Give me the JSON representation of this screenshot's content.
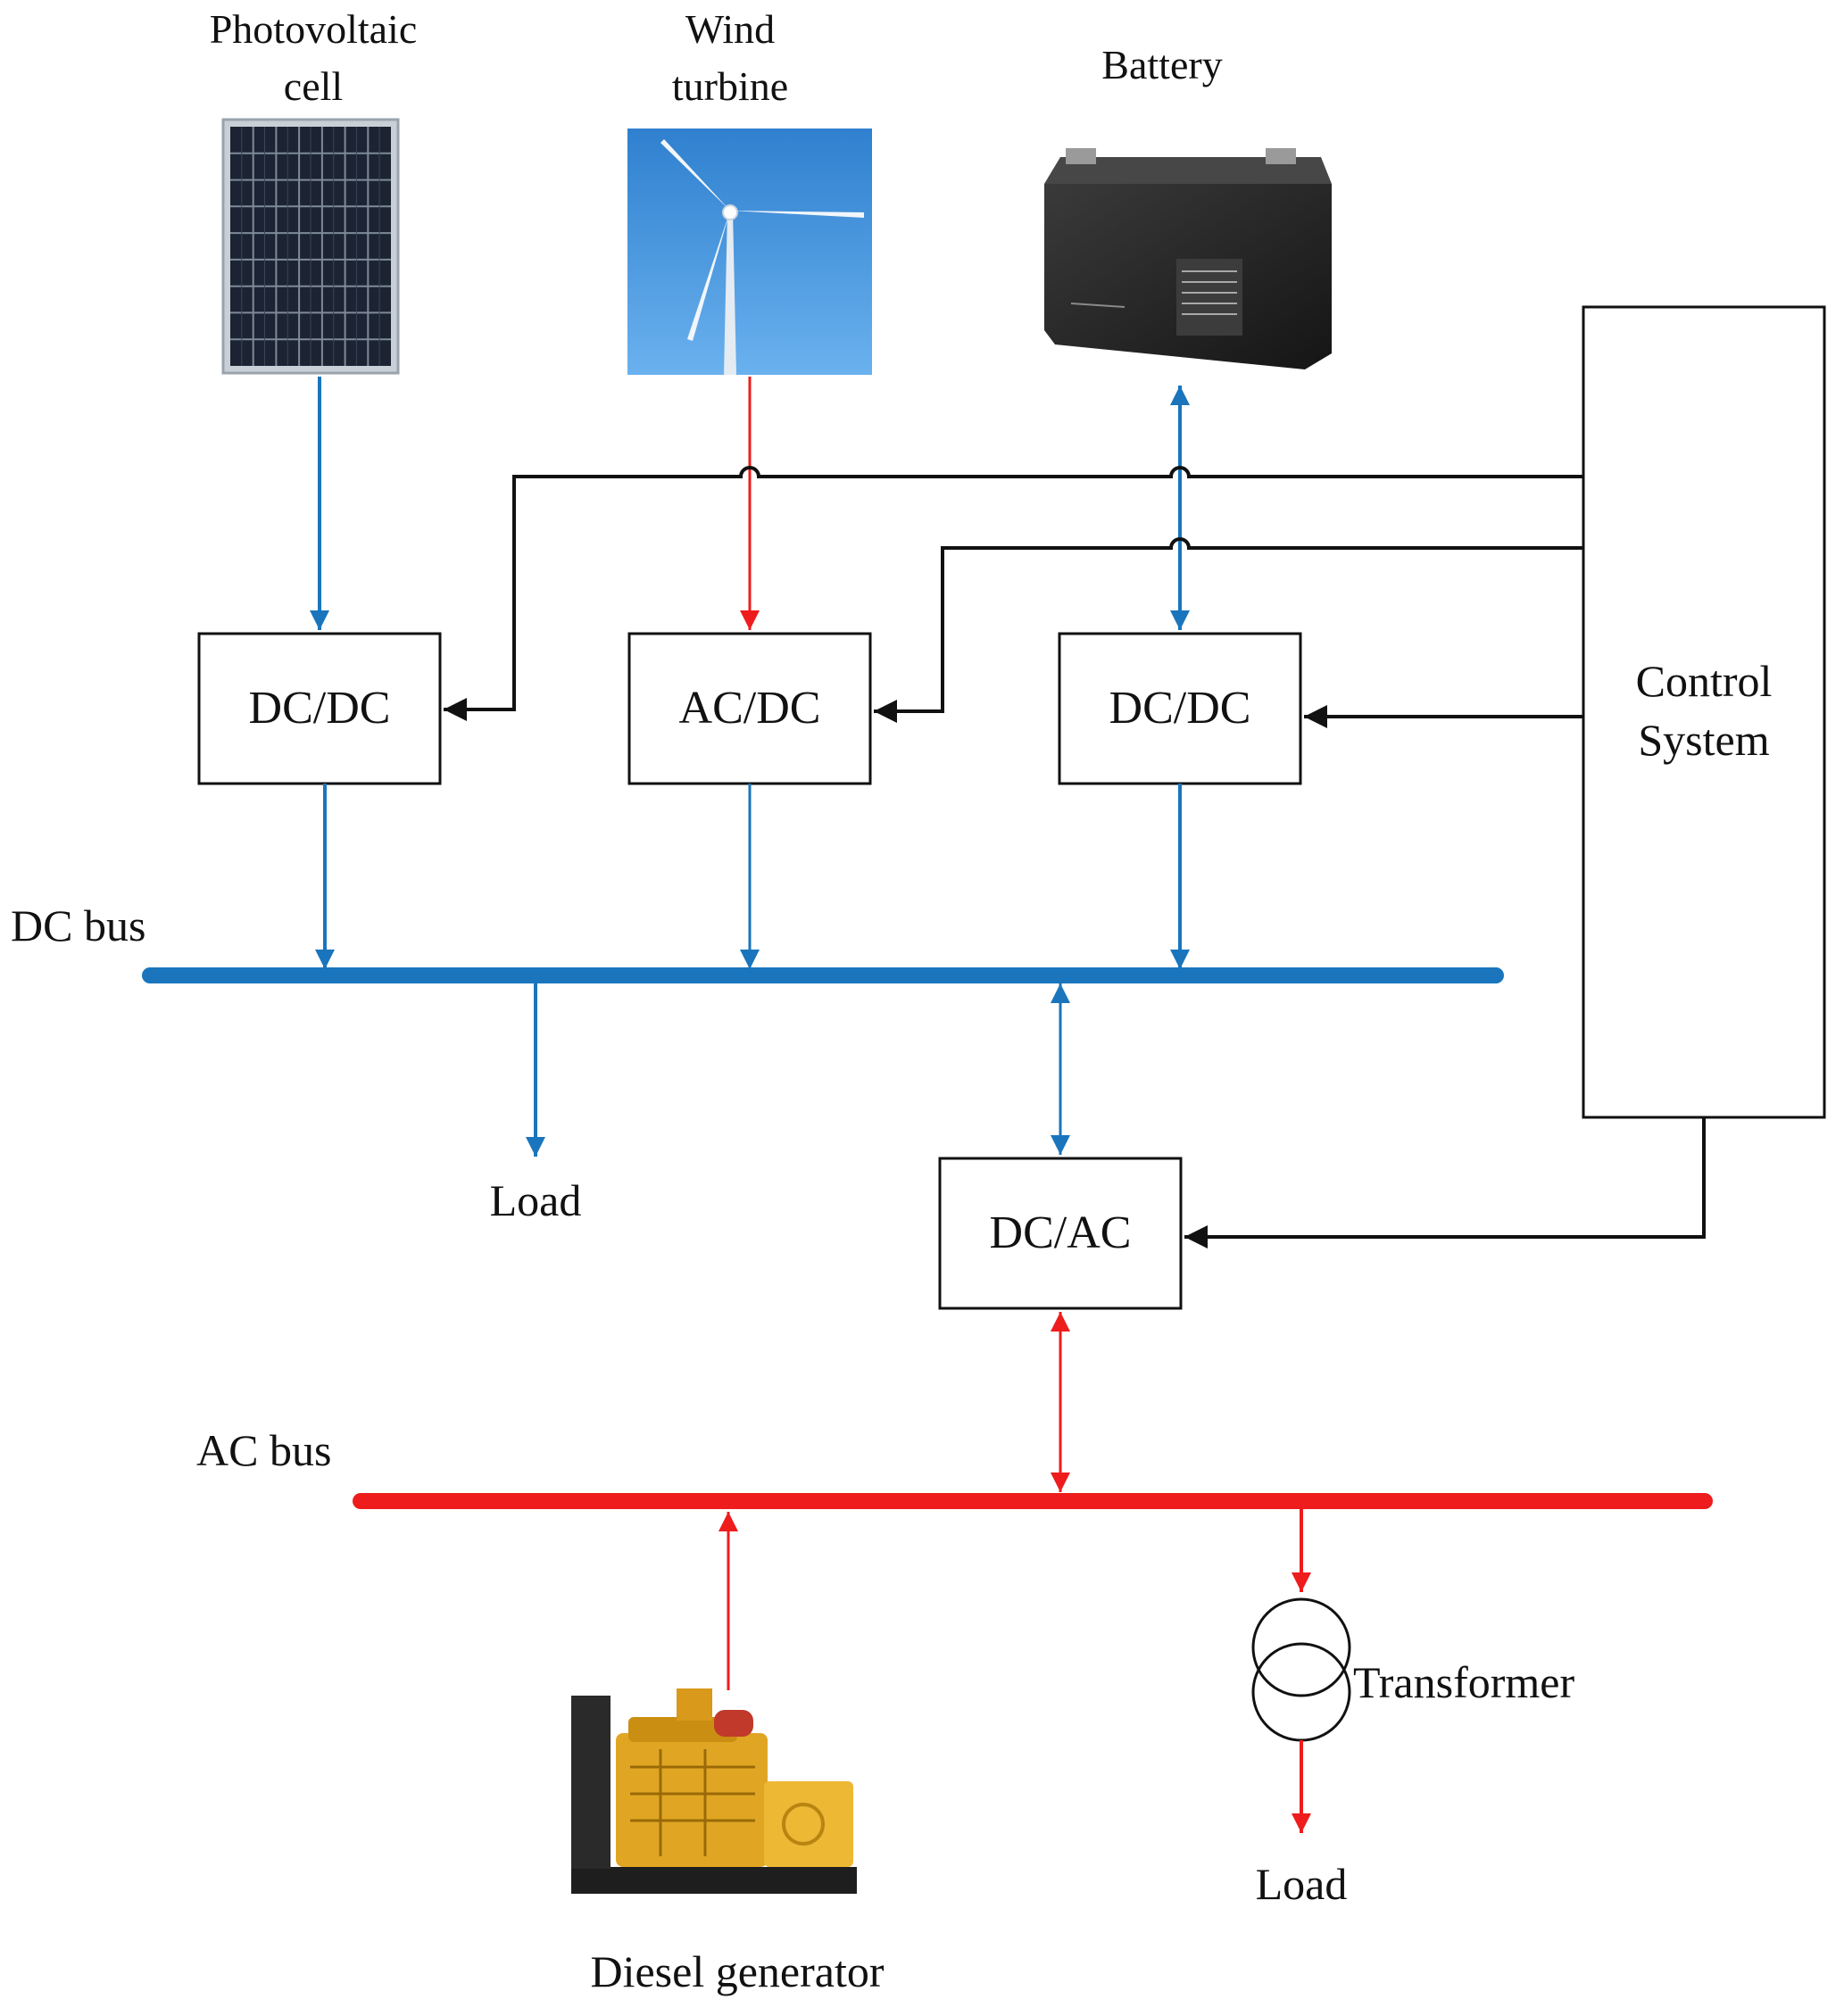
{
  "labels": {
    "pv": [
      "Photovoltaic",
      "cell"
    ],
    "wind": [
      "Wind",
      "turbine"
    ],
    "battery": "Battery",
    "control": [
      "Control",
      "System"
    ],
    "dc_bus": "DC bus",
    "ac_bus": "AC bus",
    "load_dc": "Load",
    "load_ac": "Load",
    "transformer": "Transformer",
    "diesel": "Diesel generator"
  },
  "converters": {
    "pv": "DC/DC",
    "wind": "AC/DC",
    "battery": "DC/DC",
    "inverter": "DC/AC"
  },
  "colors": {
    "dc": "#1a75bc",
    "ac": "#ee1c1c",
    "control": "#111111",
    "sky": "#3a8fd8",
    "panel_cell": "#1c2433",
    "battery_body": "#2b2b2b",
    "generator": "#e0a623"
  }
}
